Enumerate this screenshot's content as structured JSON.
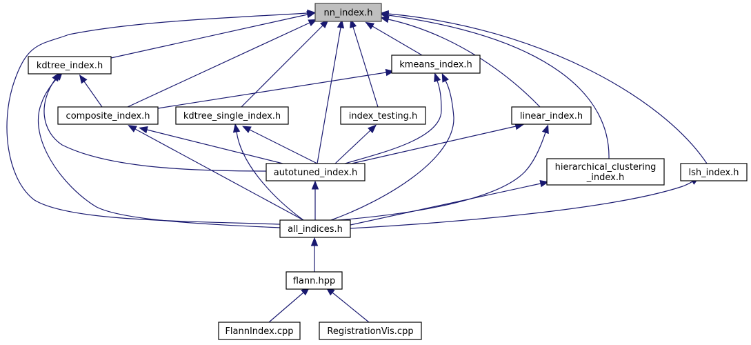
{
  "diagram": {
    "title": "Include dependency graph for nn_index.h",
    "edge_color": "#191970",
    "root_fill": "#bfbfbf",
    "nodes": [
      {
        "id": "nn_index",
        "label": [
          "nn_index.h"
        ],
        "root": true
      },
      {
        "id": "kdtree_index",
        "label": [
          "kdtree_index.h"
        ]
      },
      {
        "id": "kmeans_index",
        "label": [
          "kmeans_index.h"
        ]
      },
      {
        "id": "composite_index",
        "label": [
          "composite_index.h"
        ]
      },
      {
        "id": "kdtree_single_index",
        "label": [
          "kdtree_single_index.h"
        ]
      },
      {
        "id": "index_testing",
        "label": [
          "index_testing.h"
        ]
      },
      {
        "id": "linear_index",
        "label": [
          "linear_index.h"
        ]
      },
      {
        "id": "autotuned_index",
        "label": [
          "autotuned_index.h"
        ]
      },
      {
        "id": "hierarchical_clustering_index",
        "label": [
          "hierarchical_clustering",
          "_index.h"
        ]
      },
      {
        "id": "lsh_index",
        "label": [
          "lsh_index.h"
        ]
      },
      {
        "id": "all_indices",
        "label": [
          "all_indices.h"
        ]
      },
      {
        "id": "flann_hpp",
        "label": [
          "flann.hpp"
        ]
      },
      {
        "id": "FlannIndex_cpp",
        "label": [
          "FlannIndex.cpp"
        ]
      },
      {
        "id": "RegistrationVis_cpp",
        "label": [
          "RegistrationVis.cpp"
        ]
      }
    ],
    "edges": [
      {
        "from": "kdtree_index",
        "to": "nn_index"
      },
      {
        "from": "kmeans_index",
        "to": "nn_index"
      },
      {
        "from": "composite_index",
        "to": "nn_index"
      },
      {
        "from": "kdtree_single_index",
        "to": "nn_index"
      },
      {
        "from": "index_testing",
        "to": "nn_index"
      },
      {
        "from": "linear_index",
        "to": "nn_index"
      },
      {
        "from": "autotuned_index",
        "to": "nn_index"
      },
      {
        "from": "hierarchical_clustering_index",
        "to": "nn_index"
      },
      {
        "from": "lsh_index",
        "to": "nn_index"
      },
      {
        "from": "all_indices",
        "to": "nn_index"
      },
      {
        "from": "composite_index",
        "to": "kdtree_index"
      },
      {
        "from": "autotuned_index",
        "to": "kdtree_index"
      },
      {
        "from": "all_indices",
        "to": "kdtree_index"
      },
      {
        "from": "composite_index",
        "to": "kmeans_index"
      },
      {
        "from": "autotuned_index",
        "to": "kmeans_index"
      },
      {
        "from": "all_indices",
        "to": "kmeans_index"
      },
      {
        "from": "autotuned_index",
        "to": "composite_index"
      },
      {
        "from": "all_indices",
        "to": "composite_index"
      },
      {
        "from": "autotuned_index",
        "to": "kdtree_single_index"
      },
      {
        "from": "all_indices",
        "to": "kdtree_single_index"
      },
      {
        "from": "autotuned_index",
        "to": "index_testing"
      },
      {
        "from": "autotuned_index",
        "to": "linear_index"
      },
      {
        "from": "all_indices",
        "to": "linear_index"
      },
      {
        "from": "all_indices",
        "to": "autotuned_index"
      },
      {
        "from": "all_indices",
        "to": "hierarchical_clustering_index"
      },
      {
        "from": "all_indices",
        "to": "lsh_index"
      },
      {
        "from": "flann_hpp",
        "to": "all_indices"
      },
      {
        "from": "FlannIndex_cpp",
        "to": "flann_hpp"
      },
      {
        "from": "RegistrationVis_cpp",
        "to": "flann_hpp"
      }
    ]
  }
}
